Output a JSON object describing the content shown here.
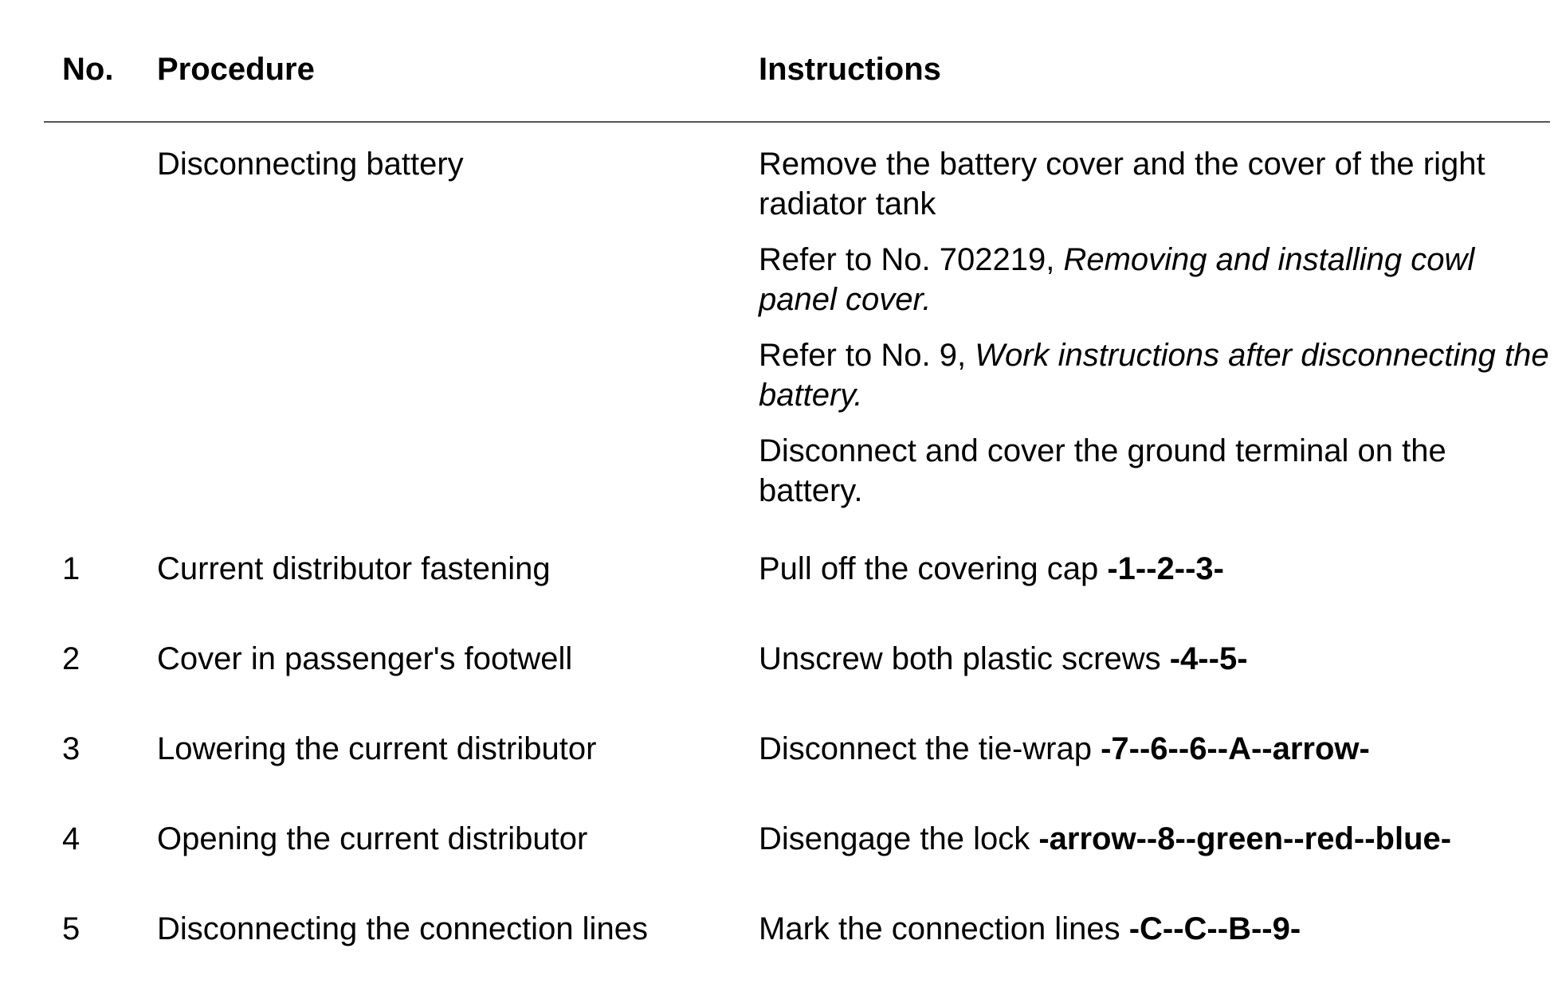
{
  "header": {
    "no": "No.",
    "procedure": "Procedure",
    "instructions": "Instructions"
  },
  "intro_row": {
    "procedure": "Disconnecting battery",
    "paragraphs": [
      {
        "text": "Remove the battery cover and the cover of the right radiator tank"
      },
      {
        "prefix": "Refer to No. 702219, ",
        "italic": "Removing and installing cowl panel cover."
      },
      {
        "prefix": "Refer to No. 9, ",
        "italic": "Work instructions after disconnecting the battery."
      },
      {
        "text": "Disconnect and cover the ground terminal on the battery."
      }
    ]
  },
  "rows": [
    {
      "no": "1",
      "procedure": "Current distributor fastening",
      "instruction": "Pull off the covering cap ",
      "refs": "-1--2--3-"
    },
    {
      "no": "2",
      "procedure": "Cover in passenger's footwell",
      "instruction": "Unscrew both plastic screws ",
      "refs": "-4--5-"
    },
    {
      "no": "3",
      "procedure": "Lowering the current distributor",
      "instruction": "Disconnect the tie-wrap ",
      "refs": "-7--6--6--A--arrow-"
    },
    {
      "no": "4",
      "procedure": "Opening the current distributor",
      "instruction": "Disengage the lock ",
      "refs": "-arrow--8--green--red--blue-"
    },
    {
      "no": "5",
      "procedure": "Disconnecting the connection lines",
      "instruction": "Mark the connection lines ",
      "refs": "-C--C--B--9-"
    }
  ]
}
